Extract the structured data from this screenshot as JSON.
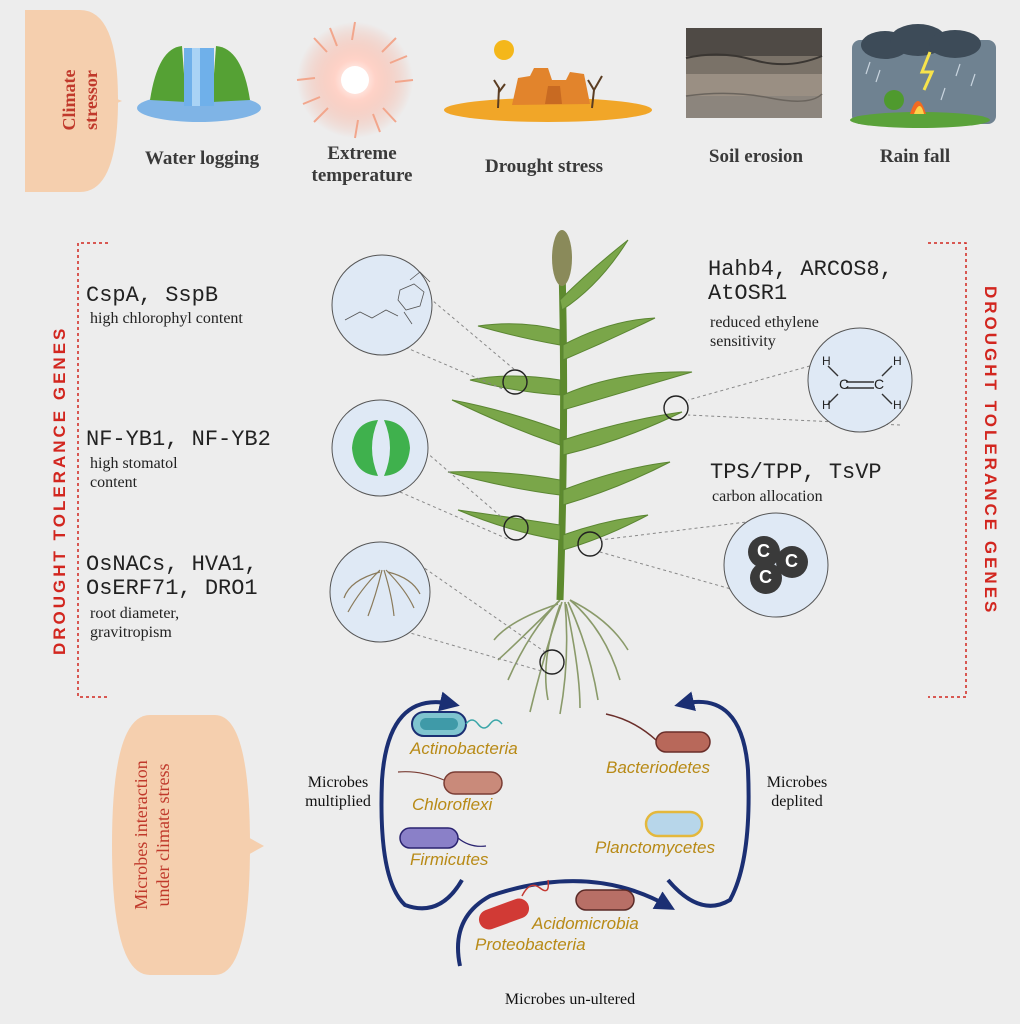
{
  "climate_tab": {
    "label": "Climate stressor"
  },
  "stressors": [
    {
      "label": "Water logging",
      "icon": "waterfall-icon"
    },
    {
      "label": "Extreme temperature",
      "icon": "sun-heat-icon"
    },
    {
      "label": "Drought stress",
      "icon": "desert-icon"
    },
    {
      "label": "Soil erosion",
      "icon": "soil-layers-icon"
    },
    {
      "label": "Rain fall",
      "icon": "storm-icon"
    }
  ],
  "drought_title_left": "DROUGHT TOLERANCE GENES",
  "drought_title_right": "DROUGHT TOLERANCE GENES",
  "genes_left": [
    {
      "genes": "CspA, SspB",
      "desc": "high chlorophyl content"
    },
    {
      "genes": "NF-YB1, NF-YB2",
      "desc": "high stomatol content"
    },
    {
      "genes": "OsNACs, HVA1,\nOsERF71, DRO1",
      "desc": "root diameter, gravitropism"
    }
  ],
  "genes_right": [
    {
      "genes": "Hahb4, ARCOS8,\nAtOSR1",
      "desc": "reduced ethylene sensitivity"
    },
    {
      "genes": "TPS/TPP, TsVP",
      "desc": "carbon allocation"
    }
  ],
  "ethylene": {
    "h": "H",
    "c": "C"
  },
  "carbon_letter": "C",
  "microbe_tab": {
    "label": "Microbes interaction under climate stress"
  },
  "microbes_left": [
    "Actinobacteria",
    "Chloroflexi",
    "Firmicutes"
  ],
  "microbes_right": [
    "Bacteriodetes",
    "Planctomycetes"
  ],
  "microbes_bottom": [
    "Acidomicrobia",
    "Proteobacteria"
  ],
  "microbe_groups": {
    "multiplied": "Microbes multiplied",
    "depleted": "Microbes deplited",
    "unaltered": "Microbes un-ultered"
  },
  "colors": {
    "accent_red": "#d2261f",
    "tab_fill": "#f5cfae",
    "arrow_blue": "#1b2f73",
    "plant_green": "#6a9a3a",
    "microbe_gold": "#b88a16"
  }
}
